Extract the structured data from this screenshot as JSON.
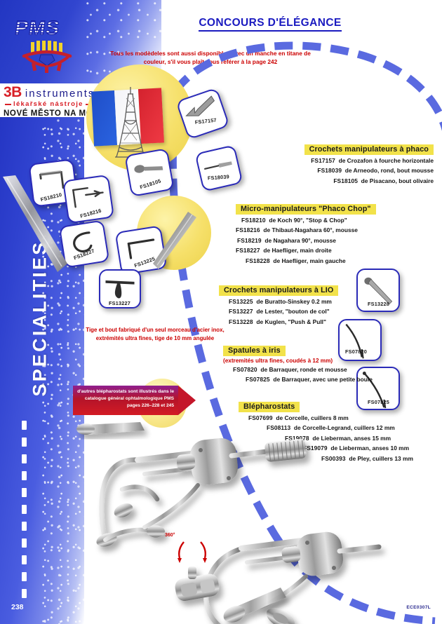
{
  "brand": {
    "logo_text": "PMS",
    "logo_icon": "eye-with-lashes-icon",
    "name_bold": "3B",
    "name_light": "instruments",
    "subtitle": "lékařské nástroje",
    "location": "NOVÉ MĚSTO NA MORAVĚ"
  },
  "header": {
    "title": "CONCOURS D'ÉLÉGANCE",
    "note": "Tous les modèdeles sont aussi disponibles avec un manche en titane de couleur, s'il vous plaît vous référer à la page 242"
  },
  "side_tab": {
    "label": "SPECIALITIES"
  },
  "decor": {
    "flag_name": "french-flag",
    "monument": "eiffel-tower",
    "accent_yellow": "#f2e24a",
    "accent_blue": "#2b2bb8",
    "accent_red": "#cc0000"
  },
  "sections": [
    {
      "id": "crochets-phaco",
      "heading": "Crochets manipulateurs à phaco",
      "subheading": "",
      "items": [
        {
          "code": "FS17157",
          "desc": "de Crozafon à fourche horizontale"
        },
        {
          "code": "FS18039",
          "desc": "de Arneodo, rond, bout mousse"
        },
        {
          "code": "FS18105",
          "desc": "de Pisacano, bout olivaire"
        }
      ]
    },
    {
      "id": "micro-phaco-chop",
      "heading": "Micro-manipulateurs \"Phaco Chop\"",
      "subheading": "",
      "items": [
        {
          "code": "FS18210",
          "desc": "de Koch 90°, \"Stop & Chop\""
        },
        {
          "code": "FS18216",
          "desc": "de Thibaut-Nagahara 60°, mousse"
        },
        {
          "code": "FS18219",
          "desc": "de Nagahara 90°, mousse"
        },
        {
          "code": "FS18227",
          "desc": "de Haefliger, main droite"
        },
        {
          "code": "FS18228",
          "desc": "de Haefliger, main gauche"
        }
      ]
    },
    {
      "id": "crochets-lio",
      "heading": "Crochets manipulateurs à LIO",
      "subheading": "",
      "items": [
        {
          "code": "FS13225",
          "desc": "de Buratto-Sinskey 0.2 mm"
        },
        {
          "code": "FS13227",
          "desc": "de Lester, \"bouton de col\""
        },
        {
          "code": "FS13228",
          "desc": "de Kuglen, \"Push & Pull\""
        }
      ]
    },
    {
      "id": "spatules-iris",
      "heading": "Spatules à iris",
      "subheading": "(extremités ultra fines, coudés à 12 mm)",
      "items": [
        {
          "code": "FS07820",
          "desc": "de Barraquer, ronde et mousse"
        },
        {
          "code": "FS07825",
          "desc": "de Barraquer, avec une petite boule"
        }
      ]
    },
    {
      "id": "blepharostats",
      "heading": "Blépharostats",
      "subheading": "",
      "items": [
        {
          "code": "FS07699",
          "desc": "de Corcelle, cuillers 8 mm"
        },
        {
          "code": "FS08113",
          "desc": "de Corcelle-Legrand, cuillers 12 mm"
        },
        {
          "code": "FS19078",
          "desc": "de Lieberman, anses 15 mm"
        },
        {
          "code": "FS19079",
          "desc": "de Lieberman, anses 10 mm"
        },
        {
          "code": "FS00393",
          "desc": "de Pley, cuillers 13 mm"
        }
      ]
    }
  ],
  "notes": {
    "red_note": "Tige et bout fabriqué d'un seul morceau d'acier inox, extrémités ultra fines, tige de 10 mm angulée",
    "banner": "d'autres blépharostats sont illustrés dans le catalogue général ophtalmologique PMS pages 226–228 et 245",
    "rotation_label": "360°"
  },
  "thumbnails": [
    {
      "code": "FS17157"
    },
    {
      "code": "FS18039"
    },
    {
      "code": "FS18105"
    },
    {
      "code": "FS18210"
    },
    {
      "code": "FS18216"
    },
    {
      "code": "FS18227"
    },
    {
      "code": "FS13225"
    },
    {
      "code": "FS13227"
    },
    {
      "code": "FS13228"
    },
    {
      "code": "FS07820"
    },
    {
      "code": "FS07825"
    }
  ],
  "footer": {
    "page_number": "238",
    "doc_code": "ECE0307L"
  }
}
